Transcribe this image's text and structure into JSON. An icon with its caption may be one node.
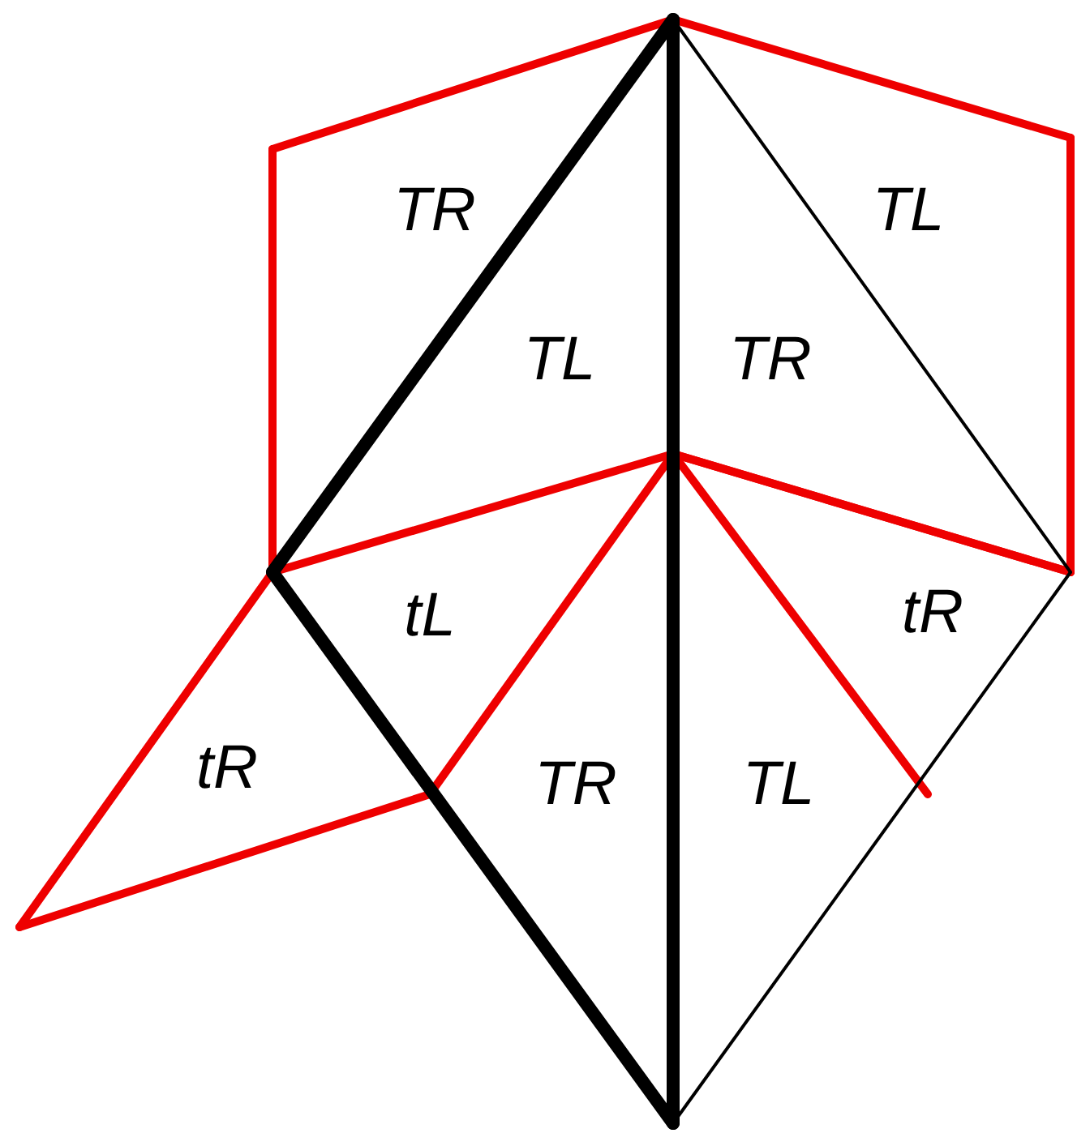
{
  "diagram": {
    "labels": [
      "TR",
      "TL",
      "TL",
      "TR",
      "tL",
      "tR",
      "tR",
      "TR",
      "TL"
    ]
  }
}
